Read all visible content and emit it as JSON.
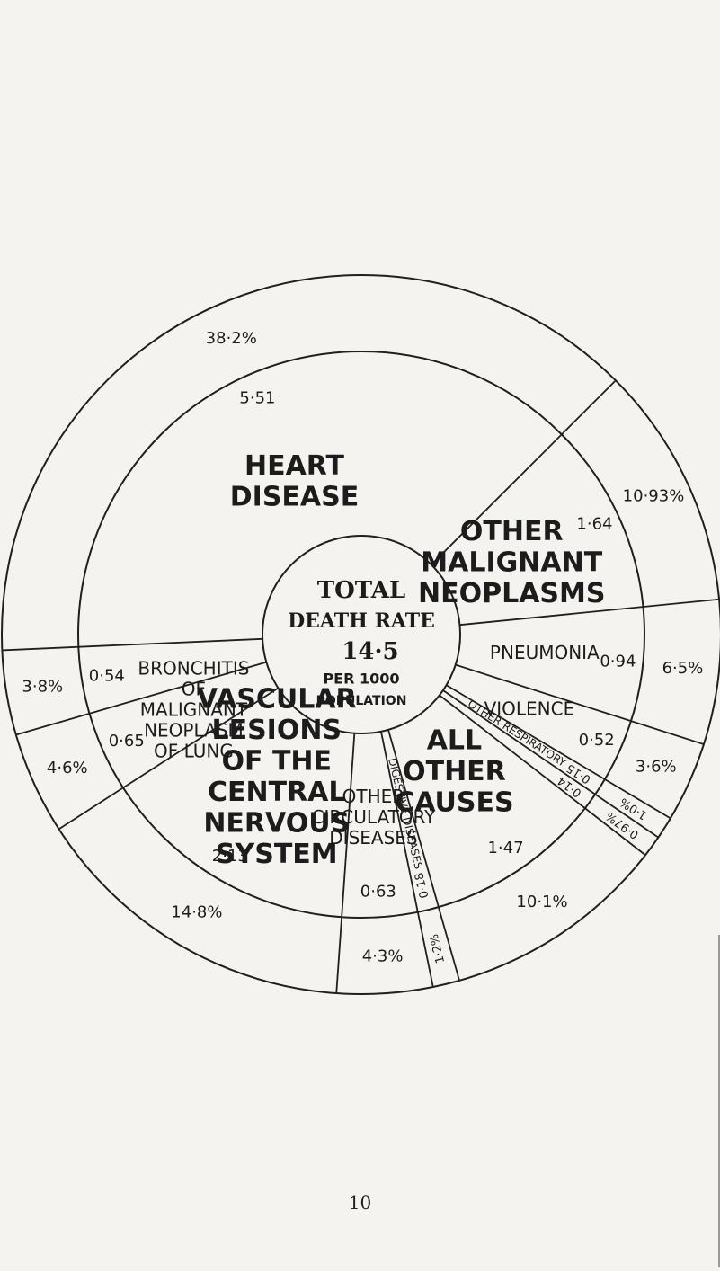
{
  "chart_data": {
    "type": "pie",
    "center_labels": [
      "TOTAL",
      "DEATH RATE",
      "14·5",
      "PER 1000",
      "POPULATION"
    ],
    "slices": [
      {
        "label": "HEART DISEASE",
        "rate": "5·51",
        "percent": "38·2%",
        "value": 38.2
      },
      {
        "label": "OTHER MALIGNANT NEOPLASMS",
        "rate": "1·64",
        "percent": "10·93%",
        "value": 10.93
      },
      {
        "label": "PNEUMONIA",
        "rate": "0·94",
        "percent": "6·5%",
        "value": 6.5
      },
      {
        "label": "VIOLENCE",
        "rate": "0·52",
        "percent": "3·6%",
        "value": 3.6
      },
      {
        "label": "OTHER RESPIRATORY",
        "rate": "0·15",
        "percent": "1·0%",
        "value": 1.0
      },
      {
        "label": "",
        "rate": "0·14",
        "percent": "0·97%",
        "value": 0.97
      },
      {
        "label": "ALL OTHER CAUSES",
        "rate": "1·47",
        "percent": "10·1%",
        "value": 10.1
      },
      {
        "label": "DIGESTIVE DISEASES",
        "rate": "0·18",
        "percent": "1·2%",
        "value": 1.2
      },
      {
        "label": "OTHER CIRCULATORY DISEASES",
        "rate": "0·63",
        "percent": "4·3%",
        "value": 4.3
      },
      {
        "label": "VASCULAR LESIONS OF THE CENTRAL NERVOUS SYSTEM",
        "rate": "2·13",
        "percent": "14·8%",
        "value": 14.8
      },
      {
        "label": "BRONCHITIS OF MALIGNANT NEOPLASM OF LUNG",
        "rate": "0·65",
        "percent": "4·6%",
        "value": 4.6
      },
      {
        "label": "",
        "rate": "0·54",
        "percent": "3·8%",
        "value": 3.8
      }
    ]
  },
  "page": {
    "number": "10"
  }
}
